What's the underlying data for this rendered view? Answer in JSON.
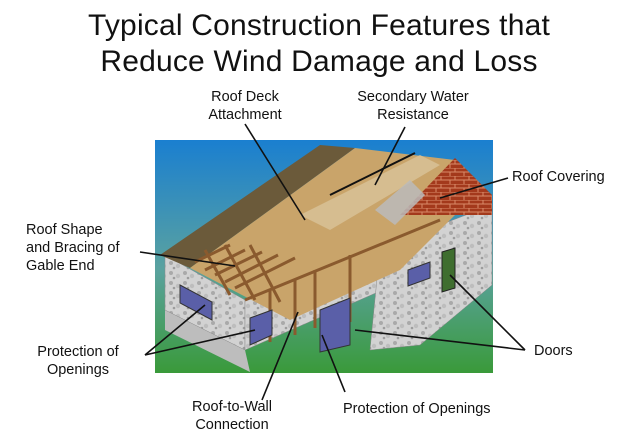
{
  "title": {
    "line1": "Typical Construction Features that",
    "line2": "Reduce Wind Damage and Loss"
  },
  "labels": {
    "roof_deck": {
      "line1": "Roof Deck",
      "line2": "Attachment"
    },
    "secondary_water": {
      "line1": "Secondary Water",
      "line2": "Resistance"
    },
    "roof_covering": "Roof Covering",
    "roof_shape": {
      "line1": "Roof Shape",
      "line2": "and Bracing of",
      "line3": "Gable End"
    },
    "protection_openings_left": {
      "line1": "Protection of",
      "line2": "Openings"
    },
    "doors": "Doors",
    "roof_to_wall": {
      "line1": "Roof-to-Wall",
      "line2": "Connection"
    },
    "protection_openings_bottom": "Protection of Openings"
  },
  "colors": {
    "sky_top": "#1a7fd0",
    "grass_bottom": "#3a9a3a",
    "roof_shingle": "#6b5a3a",
    "roof_deck": "#c9a46a",
    "brick": "#a23a1e",
    "stone_wall": "#cfcfcf",
    "wood_frame": "#8a5a2e",
    "window_blue": "#5a5fa8",
    "door_green": "#3f6e2f",
    "leader_line": "#111111"
  }
}
